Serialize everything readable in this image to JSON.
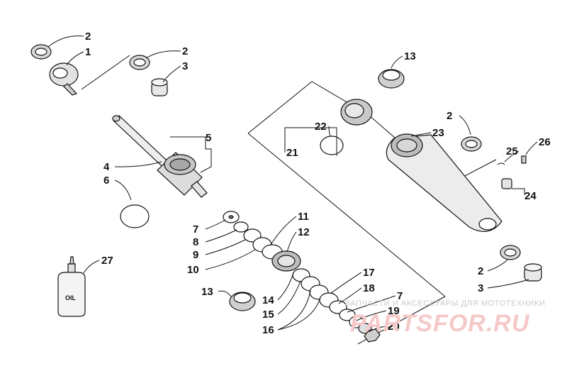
{
  "callouts": [
    {
      "id": "c2a",
      "text": "2"
    },
    {
      "id": "c1",
      "text": "1"
    },
    {
      "id": "c2b",
      "text": "2"
    },
    {
      "id": "c3a",
      "text": "3"
    },
    {
      "id": "c5",
      "text": "5"
    },
    {
      "id": "c4",
      "text": "4"
    },
    {
      "id": "c6",
      "text": "6"
    },
    {
      "id": "c7a",
      "text": "7"
    },
    {
      "id": "c8",
      "text": "8"
    },
    {
      "id": "c9",
      "text": "9"
    },
    {
      "id": "c10",
      "text": "10"
    },
    {
      "id": "c11",
      "text": "11"
    },
    {
      "id": "c12",
      "text": "12"
    },
    {
      "id": "c13a",
      "text": "13"
    },
    {
      "id": "c14",
      "text": "14"
    },
    {
      "id": "c15",
      "text": "15"
    },
    {
      "id": "c16",
      "text": "16"
    },
    {
      "id": "c17",
      "text": "17"
    },
    {
      "id": "c18",
      "text": "18"
    },
    {
      "id": "c7b",
      "text": "7"
    },
    {
      "id": "c19",
      "text": "19"
    },
    {
      "id": "c20",
      "text": "20"
    },
    {
      "id": "c13b",
      "text": "13"
    },
    {
      "id": "c22",
      "text": "22"
    },
    {
      "id": "c23",
      "text": "23"
    },
    {
      "id": "c21",
      "text": "21"
    },
    {
      "id": "c2c",
      "text": "2"
    },
    {
      "id": "c26",
      "text": "26"
    },
    {
      "id": "c25",
      "text": "25"
    },
    {
      "id": "c24",
      "text": "24"
    },
    {
      "id": "c2d",
      "text": "2"
    },
    {
      "id": "c3b",
      "text": "3"
    },
    {
      "id": "c27",
      "text": "27"
    }
  ],
  "oil_bottle_label": "OIL",
  "watermark": {
    "tagline": "ЗАПЧАСТИ И АКСЕССУАРЫ ДЛЯ МОТОТЕХНИКИ",
    "logo": "PARTSFOR.RU"
  }
}
